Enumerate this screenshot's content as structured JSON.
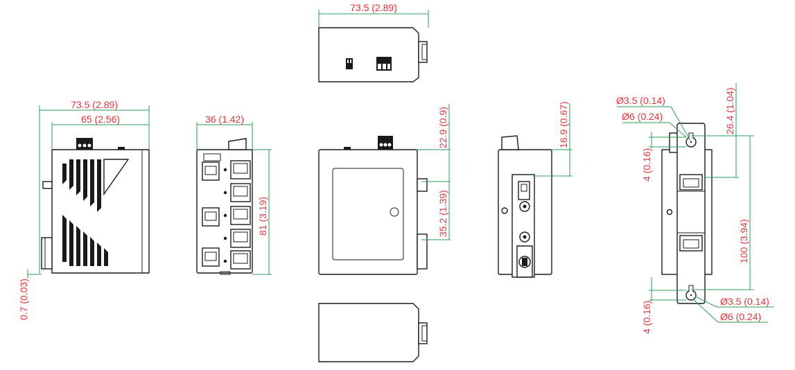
{
  "colors": {
    "dimension_text": "#e8333c",
    "dimension_line": "#2a9d55",
    "outline": "#1a1a1a"
  },
  "views": {
    "top": {
      "width": "73.5 (2.89)"
    },
    "side_left": {
      "width_total": "73.5 (2.89)",
      "width_body": "65 (2.56)",
      "offset": "0.7 (0.03)"
    },
    "front_ports": {
      "width": "36 (1.42)",
      "height": "81 (3.19)"
    },
    "rear": {
      "top_offset": "22.9 (0.9)",
      "mid_offset": "35.2 (1.39)"
    },
    "side_right": {
      "top_offset": "16.9 (0.67)"
    },
    "wall_mount": {
      "hole_top_small": "Ø3.5 (0.14)",
      "hole_top_large": "Ø6 (0.24)",
      "top_offset": "26.4 (1.04)",
      "slot_top": "4 (0.16)",
      "height": "100 (3.94)",
      "slot_bottom": "4 (0.16)",
      "hole_bottom_small": "Ø3.5 (0.14)",
      "hole_bottom_large": "Ø6 (0.24)"
    }
  }
}
